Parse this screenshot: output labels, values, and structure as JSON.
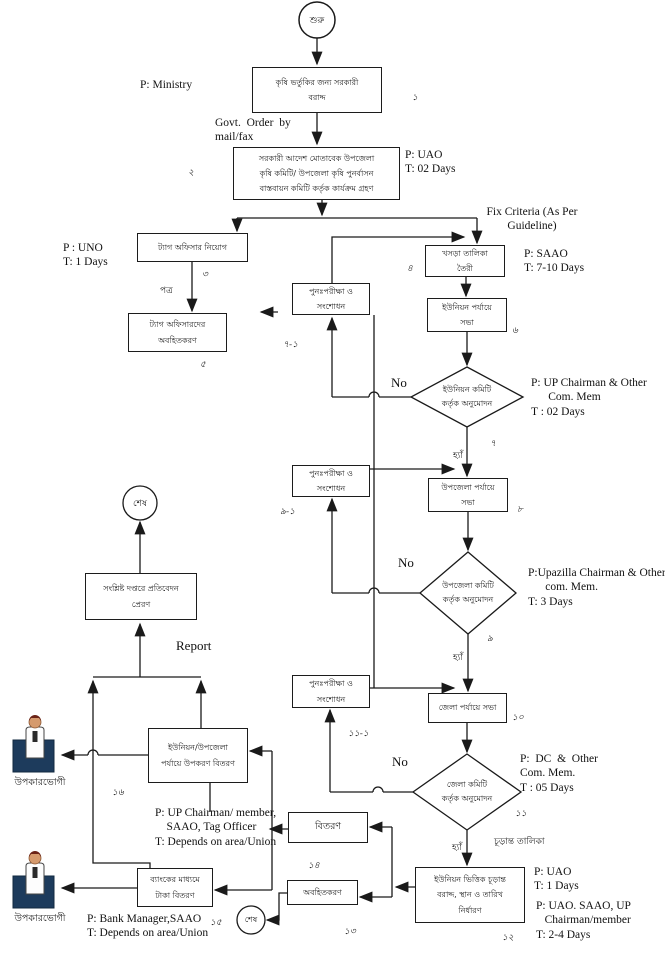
{
  "diagram": {
    "start_label": "শুরু",
    "end_label": "শেষ",
    "beneficiary_label": "উপকারভোগী",
    "nodes": {
      "allocation": {
        "num": "১",
        "label": "কৃষি ভর্তুকির জন্য সরকারী\nবরাদ্দ",
        "annotation": "P: Ministry"
      },
      "committee_action": {
        "num": "২",
        "label": "সরকারী আদেশ মোতাবেক উপজেলা\nকৃষি কমিটি/ উপজেলা কৃষি পুনর্বাসন\nবাস্তবায়ন কমিটি কর্তৃক কার্যক্রম গ্রহণ",
        "annotation": "P: UAO\nT: 02 Days"
      },
      "tag_officer_appoint": {
        "num": "৩",
        "label": "ট্যাগ অফিসার নিয়োগ",
        "annotation": "P : UNO\nT: 1 Days"
      },
      "draft_list": {
        "num": "৪",
        "label": "খসড়া তালিকা\nতৈরী",
        "annotation": "P: SAAO\nT: 7-10 Days"
      },
      "tag_officer_inform": {
        "num": "৫",
        "label": "ট্যাগ অফিসারদের\nঅবহিতকরণ"
      },
      "union_meeting": {
        "num": "৬",
        "label": "ইউনিয়ন পর্যায়ে\nসভা"
      },
      "union_approval": {
        "num": "৭",
        "label": "ইউনিয়ন কমিটি\nকর্তৃক অনুমোদন",
        "annotation": "P: UP Chairman & Other\n      Com. Mem\nT : 02 Days"
      },
      "recheck_7_1": {
        "num": "৭-১",
        "label": "পুনঃপরীক্ষা ও\nসংশোধন"
      },
      "upazilla_meeting": {
        "num": "৮",
        "label": "উপজেলা পর্যায়ে\nসভা"
      },
      "upazilla_approval": {
        "num": "৯",
        "label": "উপজেলা কমিটি\nকর্তৃক অনুমোদন",
        "annotation": "P:Upazilla Chairman & Other\n      com. Mem.\nT: 3 Days"
      },
      "recheck_9_1": {
        "num": "৯-১",
        "label": "পুনঃপরীক্ষা ও\nসংশোধন"
      },
      "district_meeting": {
        "num": "১০",
        "label": "জেলা পর্যায়ে সভা"
      },
      "district_approval": {
        "num": "১১",
        "label": "জেলা কমিটি\nকর্তৃক অনুমোদন",
        "annotation": "P:  DC  &  Other\nCom. Mem.\nT : 05 Days"
      },
      "recheck_11_1": {
        "num": "১১-১",
        "label": "পুনঃপরীক্ষা ও\nসংশোধন"
      },
      "final_allocation": {
        "num": "১২",
        "label": "ইউনিয়ন ভিত্তিক চূড়ান্ত\nবরাদ্দ, স্থান ও তারিখ\nনির্ধারণ",
        "annotation": "P: UAO\nT: 1 Days",
        "annotation2": "P: UAO. SAAO, UP\n   Chairman/member\nT: 2-4 Days"
      },
      "notify": {
        "num": "১৩",
        "label": "অবহিতকরণ"
      },
      "distribution": {
        "num": "১৪",
        "label": "বিতরণ"
      },
      "bank_money": {
        "num": "১৫",
        "label": "ব্যাংকের মাধ্যমে\nটাকা বিতরণ",
        "annotation": "P: Bank Manager,SAAO\nT: Depends on area/Union"
      },
      "union_materials": {
        "num": "১৬",
        "label": "ইউনিয়ন/উপজেলা\nপর্যায়ে উপকরণ বিতরণ",
        "annotation": "P: UP Chairman/ member,\n    SAAO, Tag Officer\nT: Depends on area/Union"
      },
      "report_send": {
        "label": "সংশ্লিষ্ট দপ্তরে প্রতিবেদন\nপ্রেরণ"
      }
    },
    "edge_labels": {
      "govt_order": "Govt.  Order  by\nmail/fax",
      "fix_criteria": "Fix Criteria (As Per\nGuideline)",
      "letter": "পত্র",
      "yes": "হ্যাঁ",
      "no": "No",
      "final_list": "চূড়ান্ত তালিকা",
      "report": "Report"
    }
  }
}
